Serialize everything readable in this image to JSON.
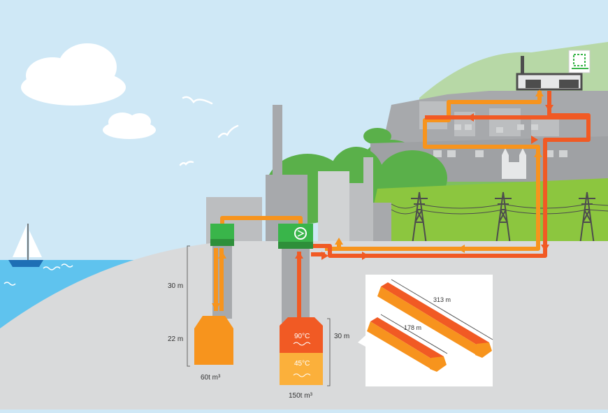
{
  "labels": {
    "height_left_upper": "30 m",
    "height_left_lower": "22 m",
    "height_right": "30 m",
    "tank_left_volume": "60t m³",
    "tank_right_volume": "150t m³",
    "temp_hot": "90°C",
    "temp_warm": "45°C",
    "tunnel_long": "313 m",
    "tunnel_short": "178 m"
  },
  "colors": {
    "sky": "#cfe8f6",
    "sea": "#5fc3ee",
    "ground": "#d9dadb",
    "hot_pipe": "#f15a24",
    "warm_pipe": "#f7941d",
    "tank_orange": "#f7941d",
    "tank_hot": "#f15a24",
    "tank_warm": "#fbb03b",
    "valve_green": "#39b54a",
    "hill_green": "#8cc63f",
    "tree_green": "#5ab04a",
    "building_grey": "#b3b3b3",
    "pylon": "#4d4d4d"
  }
}
